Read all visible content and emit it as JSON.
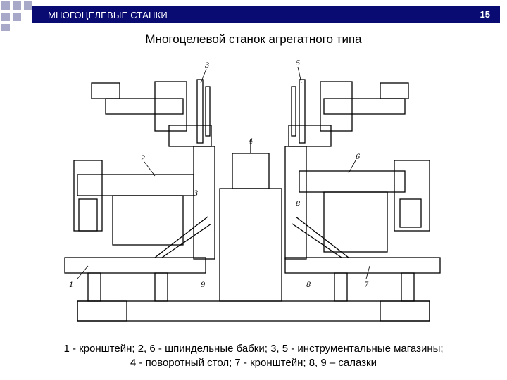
{
  "header": {
    "title": "МНОГОЦЕЛЕВЫЕ СТАНКИ",
    "page_number": "15",
    "bar_color": "#0a0a73",
    "square_color": "#a8a8c8"
  },
  "slide": {
    "title": "Многоцелевой станок агрегатного типа"
  },
  "drawing": {
    "callouts": [
      "1",
      "2",
      "3",
      "4",
      "5",
      "6",
      "7",
      "8",
      "9",
      "3",
      "8"
    ]
  },
  "caption": {
    "line1": "1 - кронштейн; 2, 6 - шпиндельные бабки; 3, 5 - инструментальные магазины;",
    "line2": "4 - поворотный стол; 7 - кронштейн; 8, 9 – салазки"
  }
}
